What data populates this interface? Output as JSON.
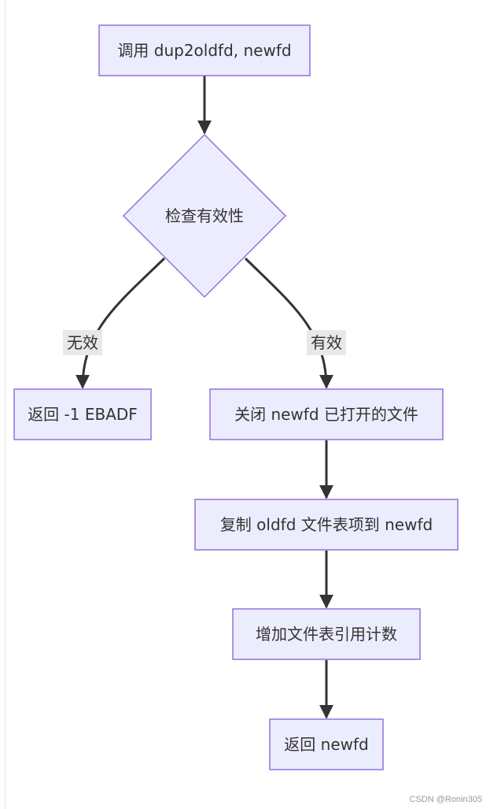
{
  "diagram": {
    "nodes": [
      {
        "id": "call",
        "label": "调用 dup2oldfd, newfd",
        "shape": "rect"
      },
      {
        "id": "check",
        "label": "检查有效性",
        "shape": "diamond"
      },
      {
        "id": "invalid",
        "label": "返回 -1 EBADF",
        "shape": "rect"
      },
      {
        "id": "close",
        "label": "关闭 newfd 已打开的文件",
        "shape": "rect"
      },
      {
        "id": "copy",
        "label": "复制 oldfd 文件表项到 newfd",
        "shape": "rect"
      },
      {
        "id": "incr",
        "label": "增加文件表引用计数",
        "shape": "rect"
      },
      {
        "id": "ret",
        "label": "返回 newfd",
        "shape": "rect"
      }
    ],
    "edges": [
      {
        "from": "call",
        "to": "check",
        "label": ""
      },
      {
        "from": "check",
        "to": "invalid",
        "label": "无效"
      },
      {
        "from": "check",
        "to": "close",
        "label": "有效"
      },
      {
        "from": "close",
        "to": "copy",
        "label": ""
      },
      {
        "from": "copy",
        "to": "incr",
        "label": ""
      },
      {
        "from": "incr",
        "to": "ret",
        "label": ""
      }
    ]
  },
  "colors": {
    "node_fill": "#ececff",
    "node_stroke": "#9370db",
    "edge": "#333333",
    "edge_label_bg": "#e8e8e8"
  },
  "watermark": "CSDN @Ronin305"
}
